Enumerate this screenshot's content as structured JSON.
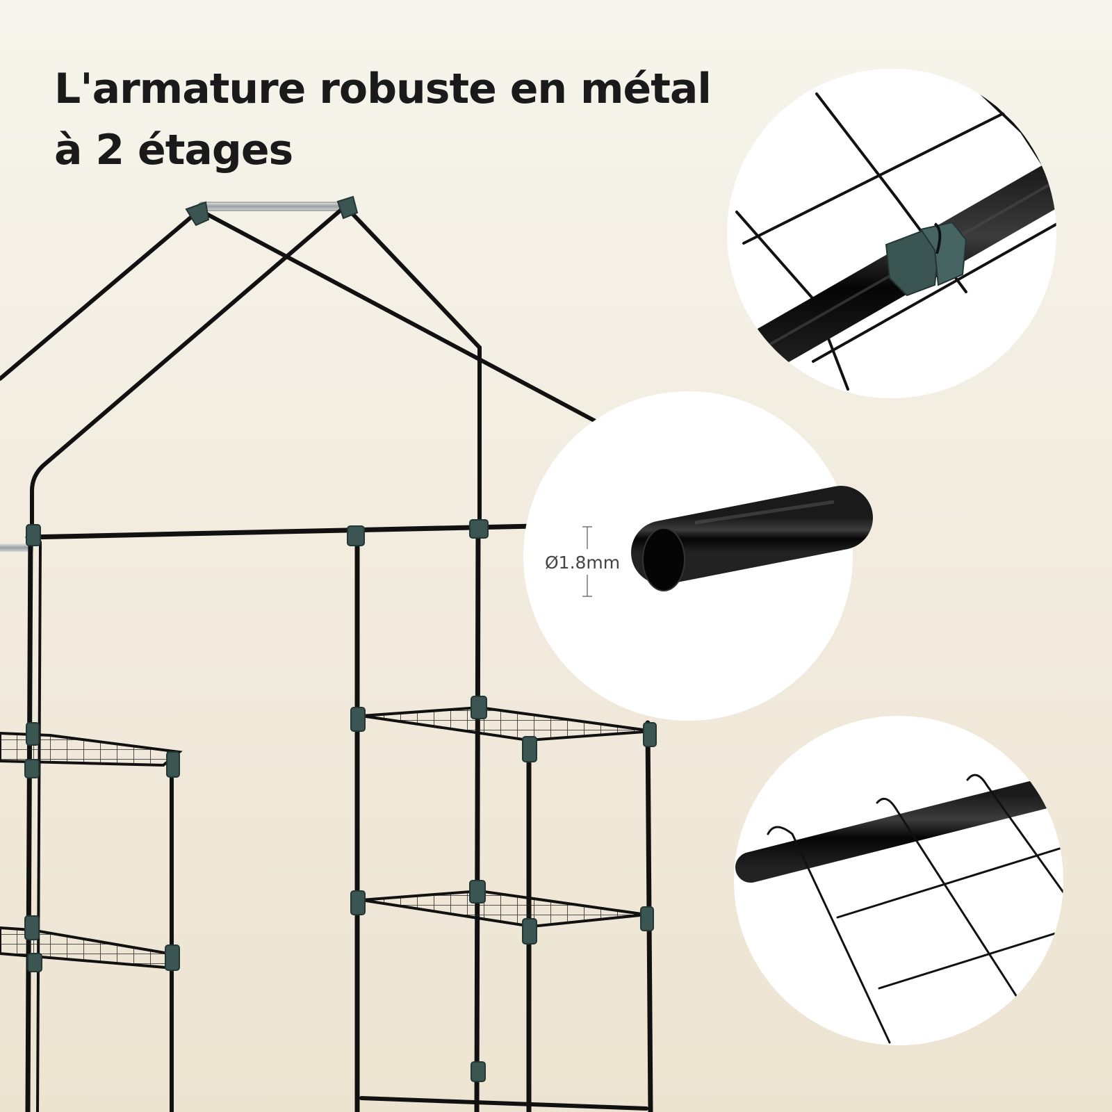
{
  "headline": {
    "line1": "L'armature robuste en métal",
    "line2": "à 2 étages"
  },
  "callouts": {
    "tube_diameter_label": "Ø1.8mm"
  },
  "colors": {
    "background_top": "#f6f4ec",
    "background_bottom": "#ede3d1",
    "frame_tube": "#111111",
    "connector": "#3a5552",
    "silver_bar": "#b9bcbe",
    "circle_fill": "#ffffff",
    "text": "#1a1a1a"
  },
  "icons": [
    "greenhouse-frame-illustration",
    "clip-connector-detail",
    "tube-diameter-detail",
    "wire-shelf-hook-detail"
  ]
}
